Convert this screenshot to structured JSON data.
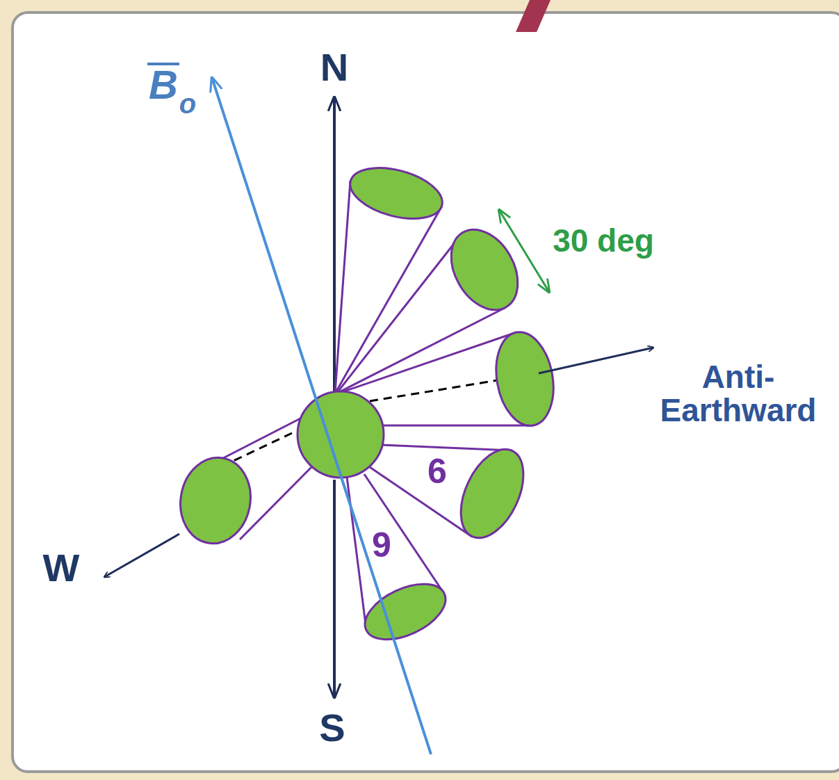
{
  "diagram": {
    "labels": [
      "B",
      "o",
      "N",
      "30 deg",
      "Anti- Earthward",
      "6",
      "9",
      "W",
      "S"
    ]
  }
}
